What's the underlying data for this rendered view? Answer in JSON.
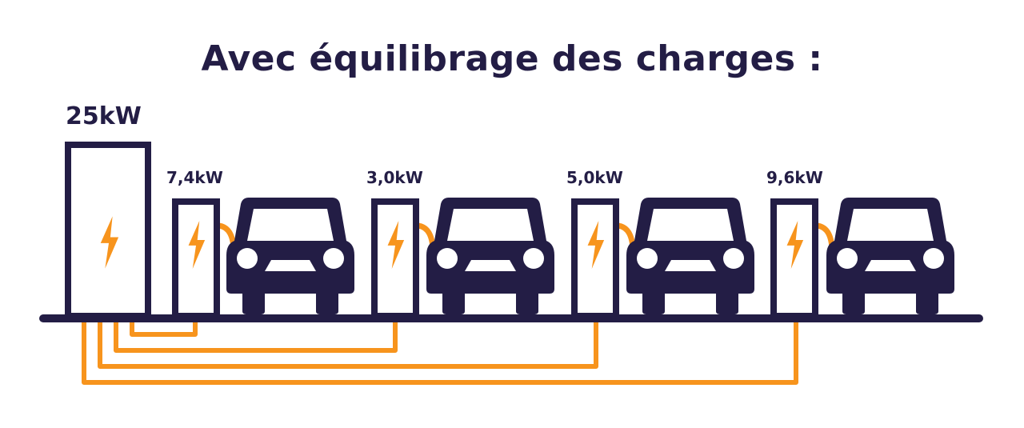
{
  "title": "Avec équilibrage des charges :",
  "main_station": {
    "label": "25kW"
  },
  "stations": [
    {
      "label": "7,4kW"
    },
    {
      "label": "3,0kW"
    },
    {
      "label": "5,0kW"
    },
    {
      "label": "9,6kW"
    }
  ],
  "colors": {
    "dark": "#231d45",
    "accent": "#f7941d"
  },
  "icons": {
    "station": "lightning-bolt-icon",
    "car": "car-icon"
  }
}
